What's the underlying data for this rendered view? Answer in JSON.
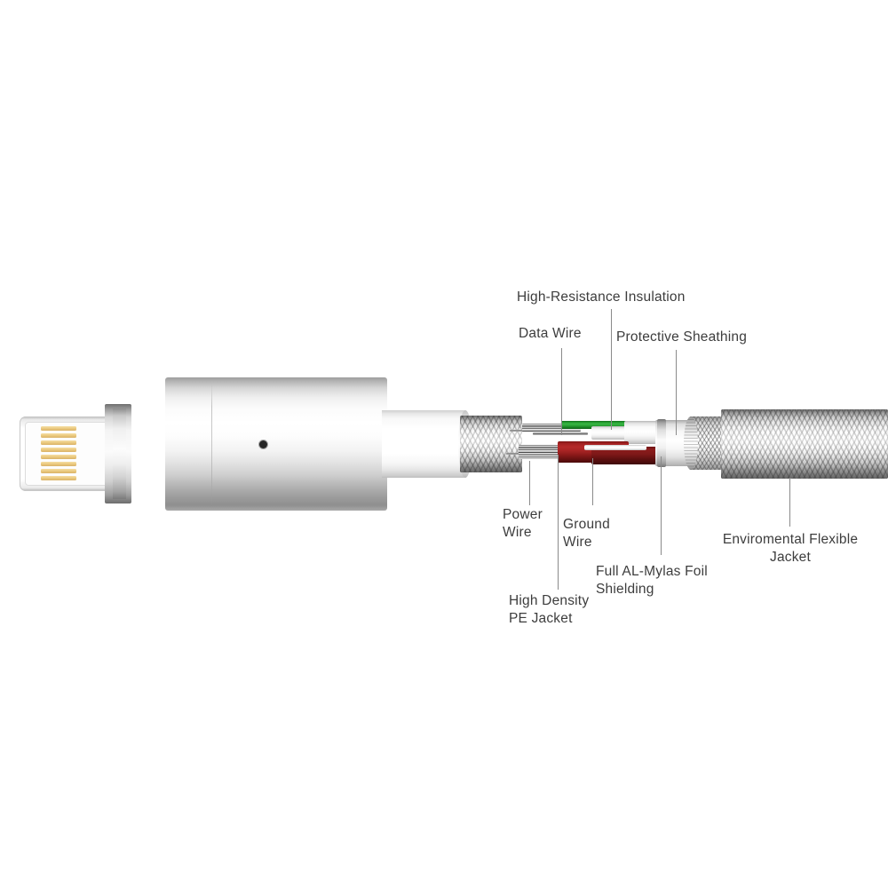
{
  "diagram": {
    "title": "Magnetic Lightning Cable Cutaway Diagram",
    "background_color": "#ffffff",
    "label_color": "#3d3d3d",
    "leader_color": "#8a8a8a"
  },
  "labels": {
    "high_resistance_insulation": "High-Resistance Insulation",
    "data_wire": "Data Wire",
    "protective_sheathing": "Protective Sheathing",
    "power_wire": "Power\nWire",
    "ground_wire": "Ground\nWire",
    "high_density_pe_jacket": "High Density\nPE Jacket",
    "full_al_mylas_foil_shielding": "Full AL-Mylas Foil\nShielding",
    "enviromental_flexible_jacket": "Enviromental Flexible\nJacket"
  },
  "product": {
    "connector_type": "lightning-magnetic",
    "pin_count": 8,
    "led_indicator": "led-dot"
  },
  "colors": {
    "gold_pin": "#e8c579",
    "insulation_green": "#38b544",
    "pe_jacket_red": "#b52b2b",
    "metal_silver": "#d5d5d5",
    "braid_silver": "#ececec",
    "led_dot": "#262626"
  }
}
